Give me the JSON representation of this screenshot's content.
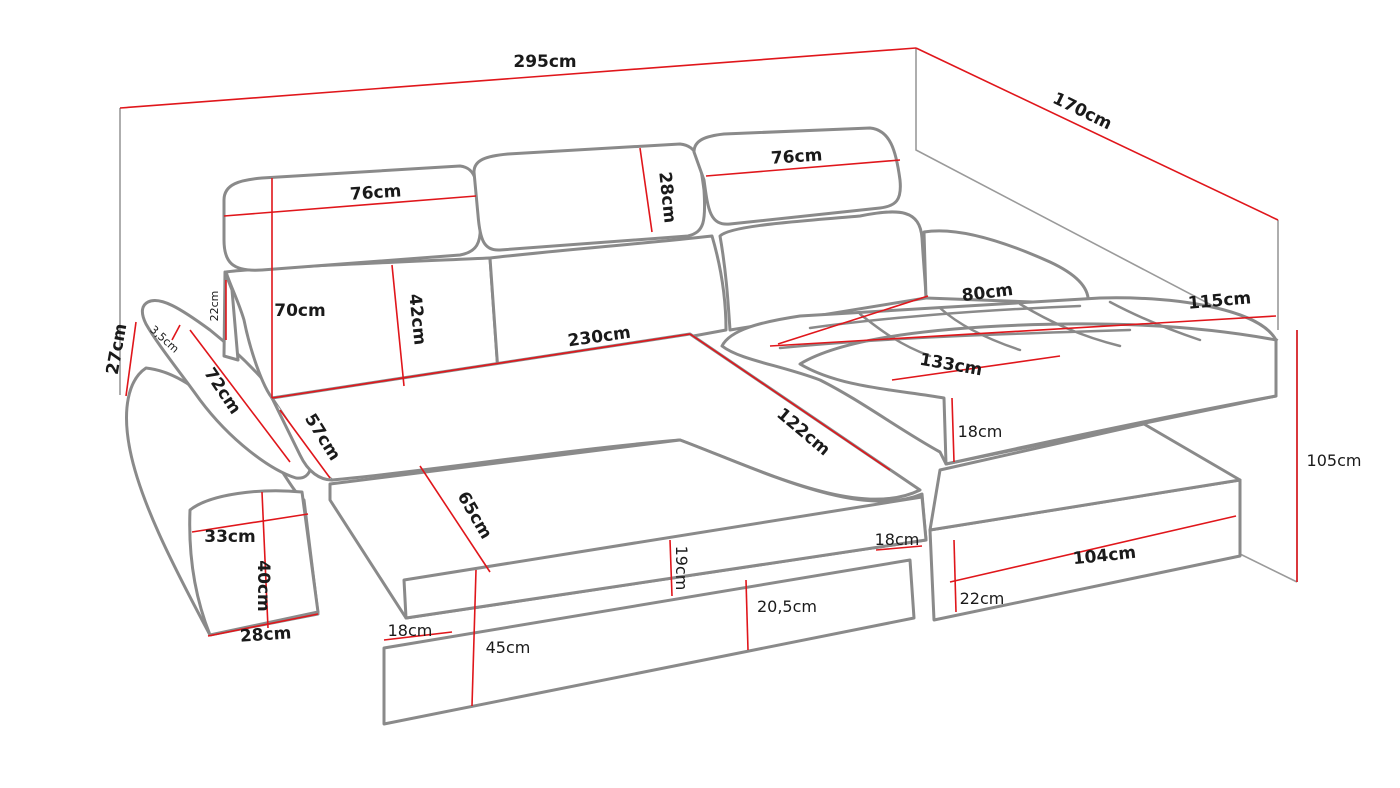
{
  "colors": {
    "outline": "#8a8a8a",
    "dimension_line": "#e0161b",
    "label": "#1a1a1a",
    "background": "#ffffff"
  },
  "dimensions": {
    "total_width": "295cm",
    "chaise_depth": "170cm",
    "total_height_right": "105cm",
    "armrest_height": "27cm",
    "armrest_top_small": "22cm",
    "armrest_thickness": "3,5cm",
    "armrest_length": "72cm",
    "back_height": "70cm",
    "back_cushion_height": "42cm",
    "seat_depth": "57cm",
    "headrest_left_width": "76cm",
    "headrest_mid_height": "28cm",
    "headrest_right_width": "76cm",
    "seat_width": "230cm",
    "chaise_top_width": "80cm",
    "chaise_edge_width": "115cm",
    "chaise_diagonal": "133cm",
    "chaise_cushion_height": "18cm",
    "seat_diagonal": "122cm",
    "bed_depth": "65cm",
    "bed_height": "19cm",
    "step_height_right": "18cm",
    "drawer_height": "20,5cm",
    "arm_front_width": "33cm",
    "arm_front_height": "40cm",
    "arm_base_width": "28cm",
    "bed_leg_height": "18cm",
    "bed_front_height": "45cm",
    "storage_width": "104cm",
    "storage_height": "22cm"
  }
}
